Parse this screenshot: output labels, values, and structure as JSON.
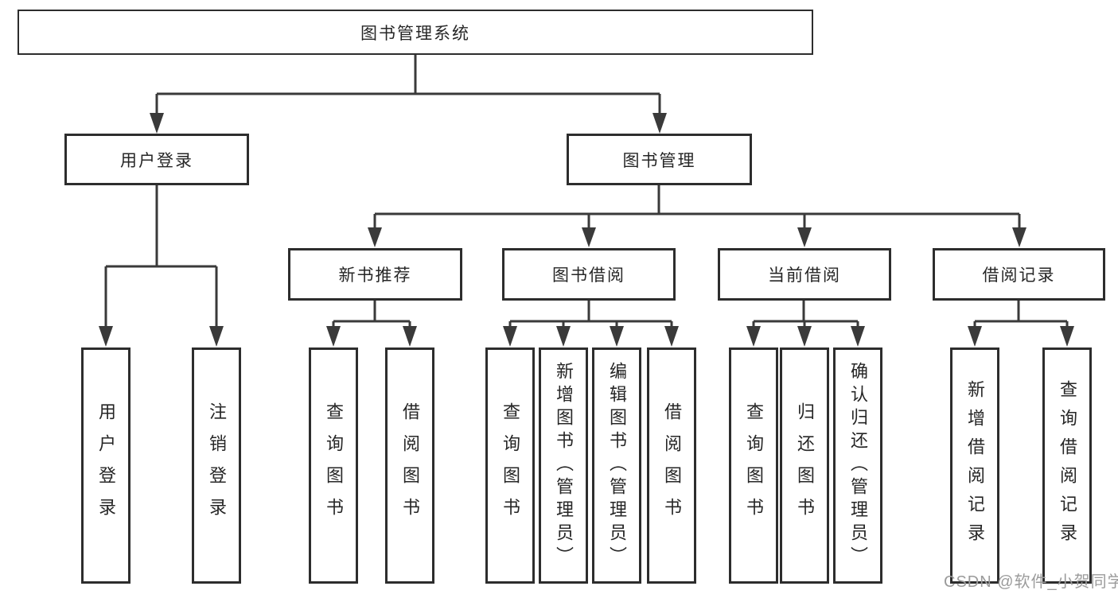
{
  "diagram": {
    "title": "图书管理系统",
    "type": "hierarchy-tree"
  },
  "colors": {
    "line": "#3a3a3a",
    "box_border": "#2d2d2d",
    "box_fill": "#ffffff",
    "text": "#262626",
    "watermark": "#9b9b9b",
    "background": "#ffffff"
  },
  "watermark": "CSDN @软件_小贺同学",
  "tree": {
    "root": {
      "label": "图书管理系统",
      "children": [
        {
          "label": "用户登录",
          "children": [
            {
              "label": "用户登录"
            },
            {
              "label": "注销登录"
            }
          ]
        },
        {
          "label": "图书管理",
          "children": [
            {
              "label": "新书推荐",
              "children": [
                {
                  "label": "查询图书"
                },
                {
                  "label": "借阅图书"
                }
              ]
            },
            {
              "label": "图书借阅",
              "children": [
                {
                  "label": "查询图书"
                },
                {
                  "label": "新增图书（管理员）"
                },
                {
                  "label": "编辑图书（管理员）"
                },
                {
                  "label": "借阅图书"
                }
              ]
            },
            {
              "label": "当前借阅",
              "children": [
                {
                  "label": "查询图书"
                },
                {
                  "label": "归还图书"
                },
                {
                  "label": "确认归还（管理员）"
                }
              ]
            },
            {
              "label": "借阅记录",
              "children": [
                {
                  "label": "新增借阅记录"
                },
                {
                  "label": "查询借阅记录"
                }
              ]
            }
          ]
        }
      ]
    }
  }
}
